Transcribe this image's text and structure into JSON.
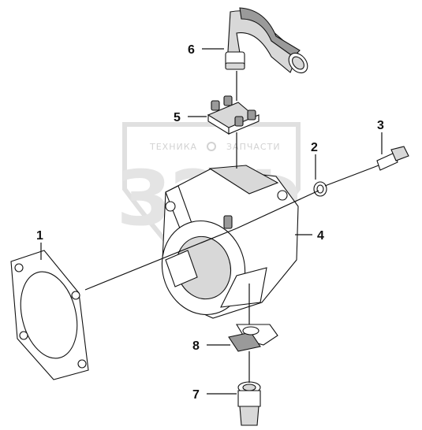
{
  "watermark": {
    "line_left": "ТЕХНИКА",
    "line_right": "ЗАПЧАСТИ",
    "logo": "ЗЭФ"
  },
  "callouts": [
    {
      "id": "1",
      "label": "1"
    },
    {
      "id": "2",
      "label": "2"
    },
    {
      "id": "3",
      "label": "3"
    },
    {
      "id": "4",
      "label": "4"
    },
    {
      "id": "5",
      "label": "5"
    },
    {
      "id": "6",
      "label": "6"
    },
    {
      "id": "7",
      "label": "7"
    },
    {
      "id": "8",
      "label": "8"
    }
  ],
  "colors": {
    "line": "#111111",
    "watermark": "#d9d9d9",
    "background": "#ffffff"
  }
}
